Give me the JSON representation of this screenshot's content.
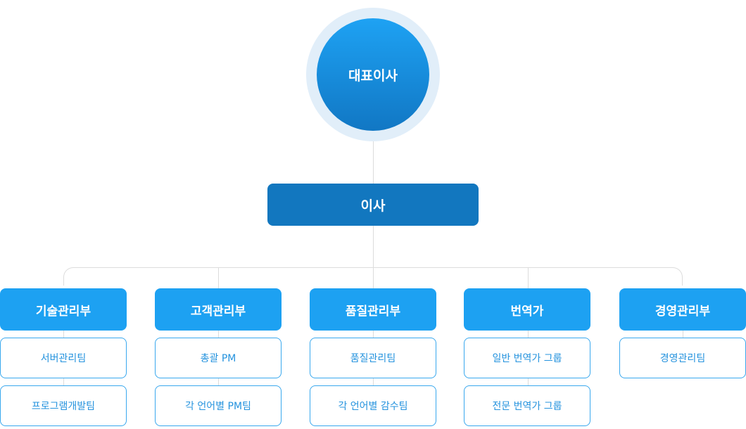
{
  "ceo": {
    "label": "대표이사"
  },
  "director": {
    "label": "이사"
  },
  "colors": {
    "ceo_ring": "#e1eef9",
    "director": "#1277bf",
    "dept": "#1da1f2",
    "team_border": "#39a8ee",
    "team_text": "#2593de",
    "connector": "#dcdcdc"
  },
  "departments": [
    {
      "label": "기술관리부",
      "teams": [
        "서버관리팀",
        "프로그램개발팀"
      ]
    },
    {
      "label": "고객관리부",
      "teams": [
        "총괄 PM",
        "각 언어별 PM팀"
      ]
    },
    {
      "label": "품질관리부",
      "teams": [
        "품질관리팀",
        "각 언어별 감수팀"
      ]
    },
    {
      "label": "번역가",
      "teams": [
        "일반 번역가 그룹",
        "전문 번역가 그룹"
      ]
    },
    {
      "label": "경영관리부",
      "teams": [
        "경영관리팀"
      ]
    }
  ]
}
